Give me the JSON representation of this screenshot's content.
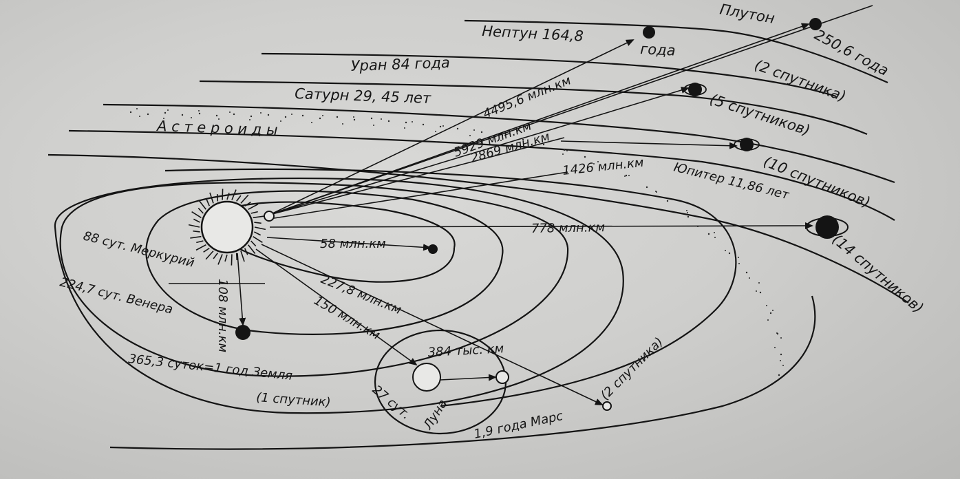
{
  "labels": {
    "neptune": "Нептун 164,8",
    "neptune_years": "года",
    "pluto": "Плутон",
    "pluto_period": "250,6 года",
    "pluto_moons": "(2 спутника)",
    "uranus": "Уран 84 года",
    "uranus_moons": "(5 спутников)",
    "saturn": "Сатурн 29, 45 лет",
    "saturn_moons": "(10 спутников)",
    "asteroids": "А с т е р о и д ы",
    "jupiter": "Юпитер 11,86 лет",
    "jupiter_moons": "(14 спутников)",
    "mercury": "88 сут. Меркурий",
    "venus": "224,7 сут. Венера",
    "earth": "365,3 суток=1 год Земля",
    "earth_moons": "(1 спутник)",
    "moon": "Луна",
    "moon_period": "27 сут.",
    "mars": "1,9 года Марс",
    "mars_moons": "(2 спутника)"
  },
  "distances": {
    "neptune": "4495,6 млн.км",
    "pluto": "5929 млн.км",
    "uranus": "2869 млн.км",
    "saturn": "1426 млн.км",
    "jupiter": "778 млн.км",
    "mercury": "58 млн.км",
    "venus": "108 млн.км",
    "mars": "227,8 млн.км",
    "earth": "150 млн.км",
    "moon": "384 тыс. км"
  },
  "colors": {
    "ink": "#141414",
    "paper": "#d3d3d1"
  }
}
